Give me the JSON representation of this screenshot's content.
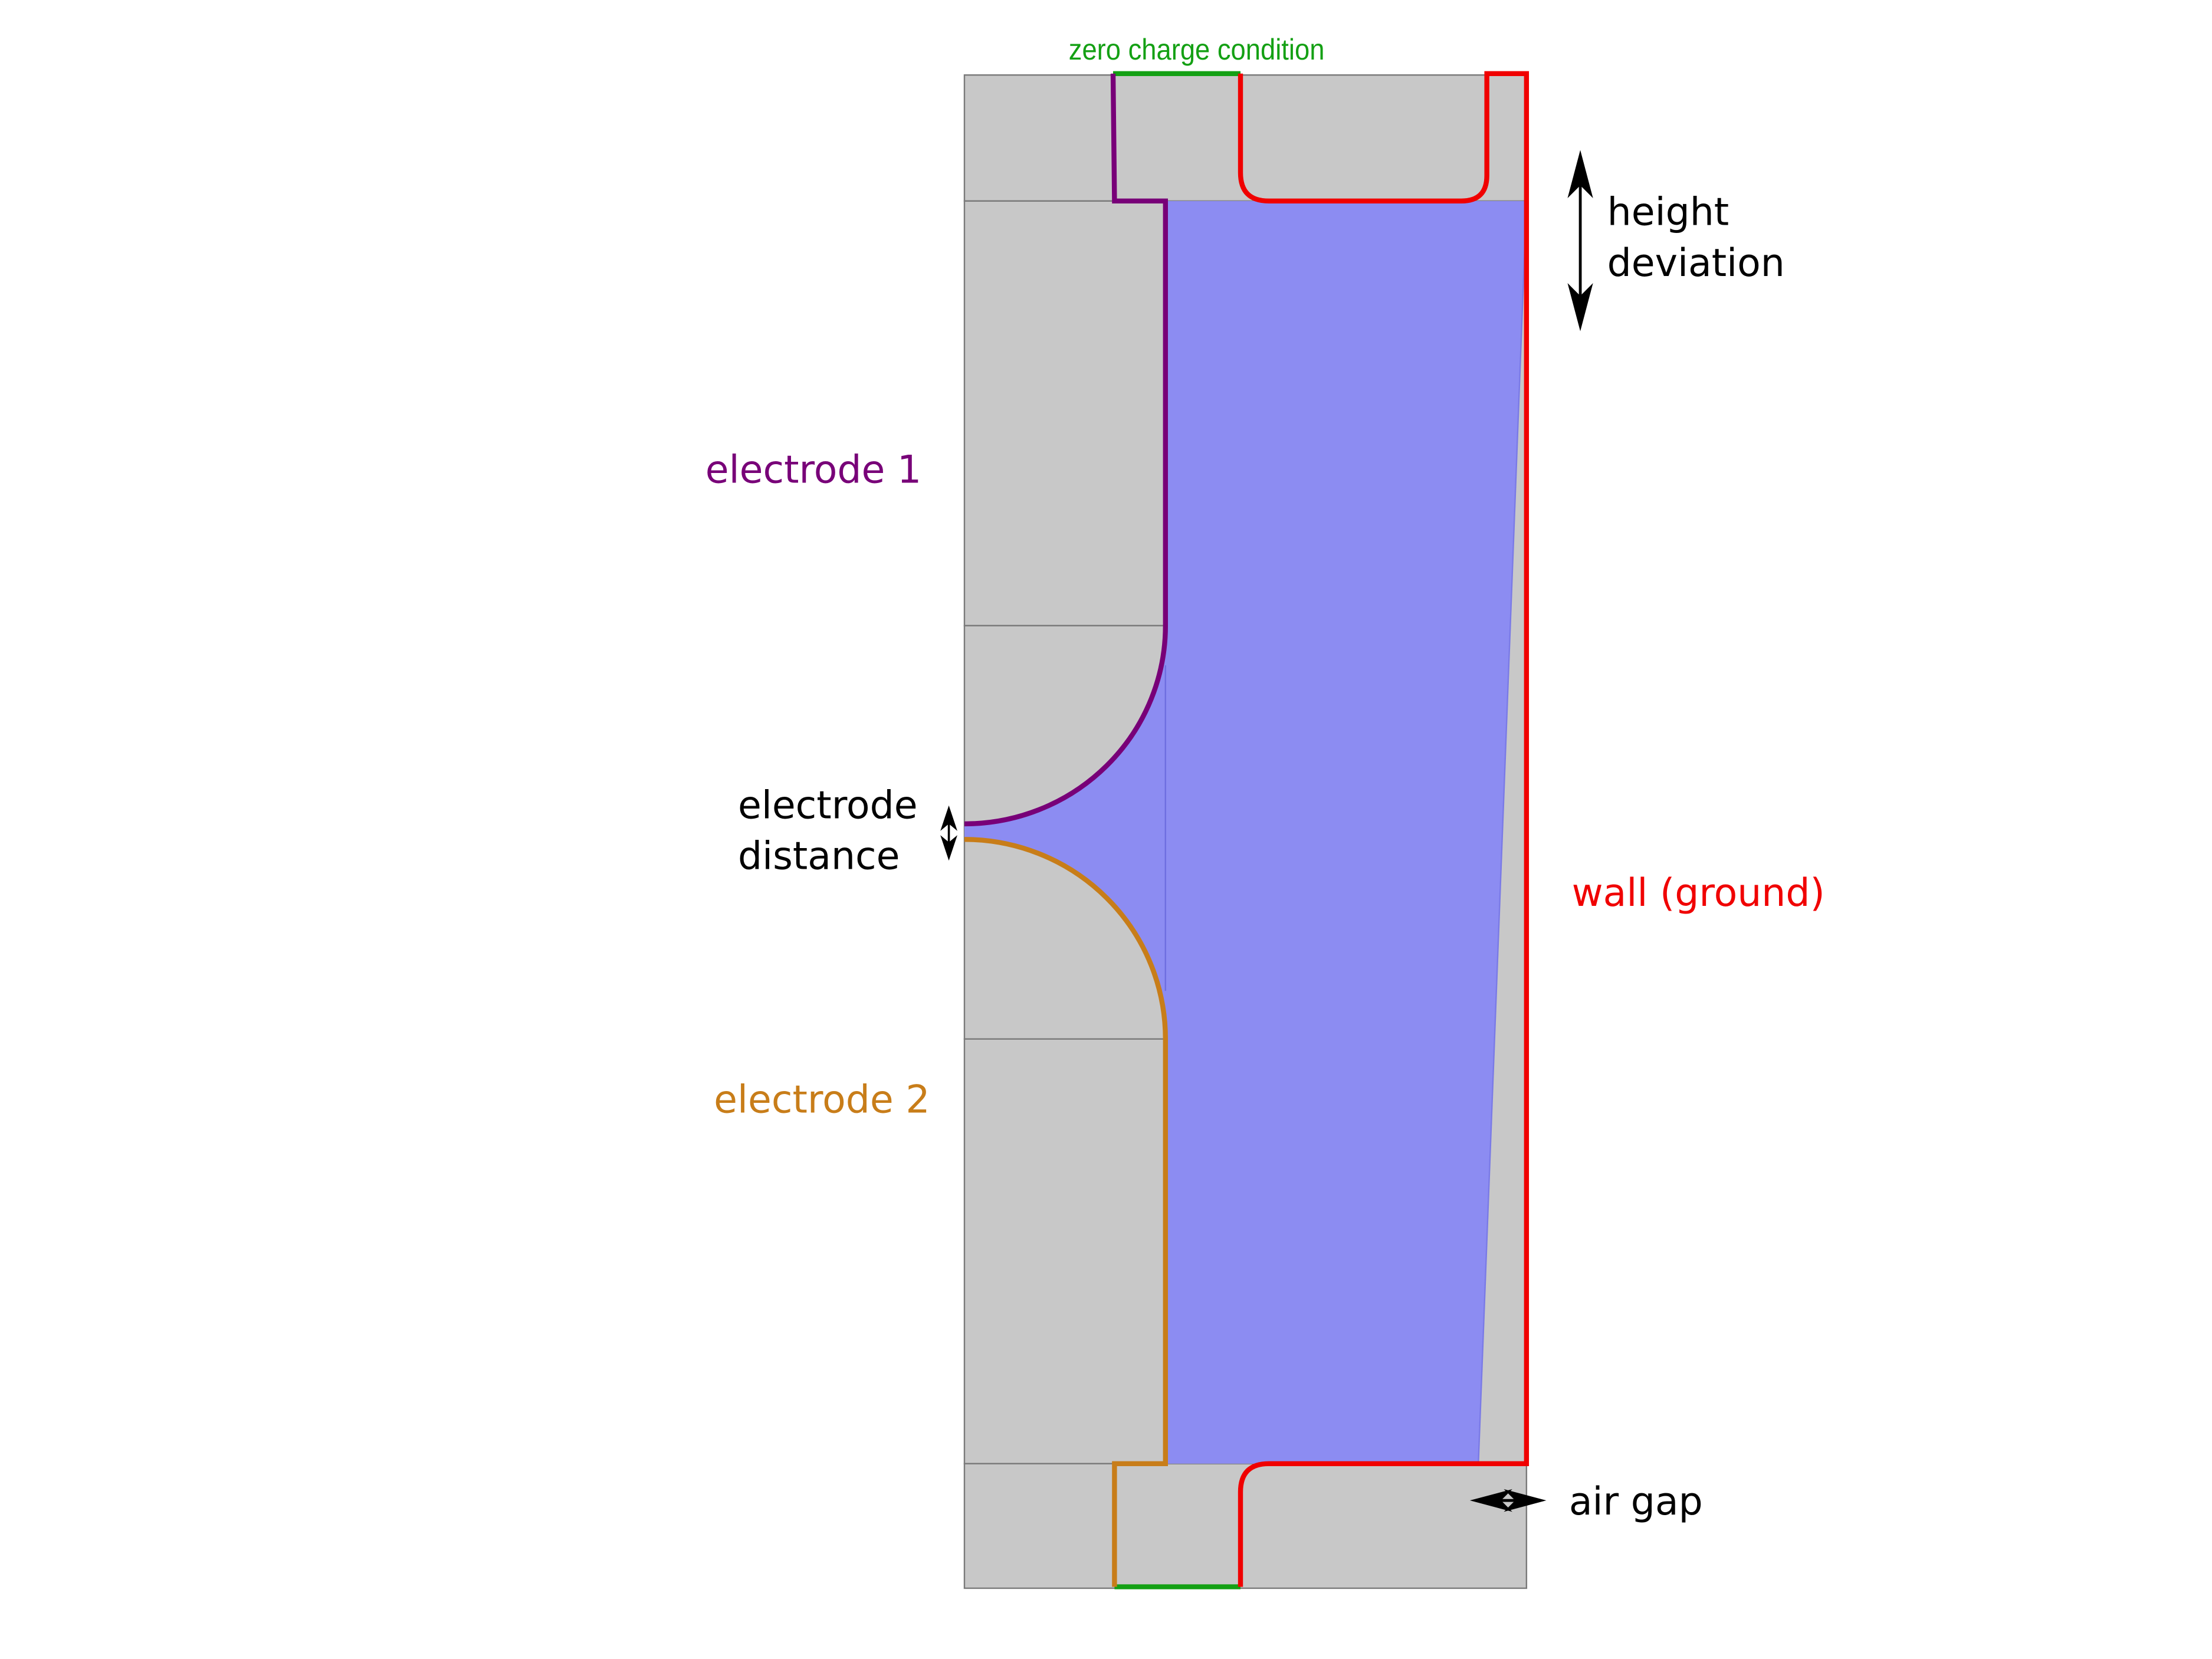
{
  "labels": {
    "zero_charge": "zero charge condition",
    "height_deviation_line1": "height",
    "height_deviation_line2": "deviation",
    "electrode1": "electrode 1",
    "electrode_distance_line1": "electrode",
    "electrode_distance_line2": "distance",
    "wall": "wall (ground)",
    "electrode2": "electrode 2",
    "air_gap": "air gap"
  },
  "colors": {
    "solid": "#c8c8c8",
    "fluid": "#8c8cf2",
    "electrode1": "#780078",
    "electrode2": "#c87d19",
    "wall": "#f00000",
    "zero_charge": "#14a014",
    "annotation": "#000000"
  }
}
